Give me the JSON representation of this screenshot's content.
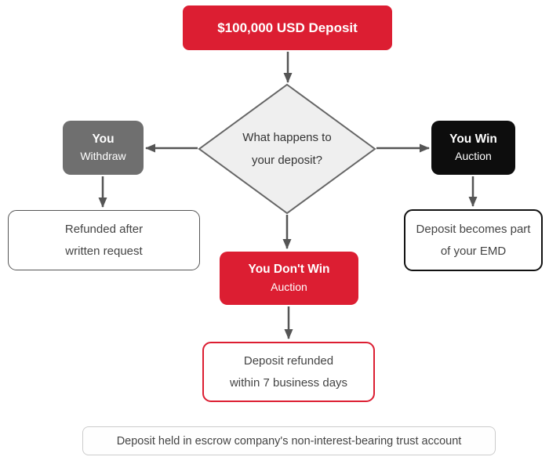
{
  "colors": {
    "red": "#dc1e32",
    "gray": "#6f6f6f",
    "black": "#0d0d0d",
    "arrow": "#555555",
    "diamond_fill": "#efefef",
    "diamond_border": "#666666"
  },
  "top_box": {
    "label": "$100,000 USD Deposit"
  },
  "diamond": {
    "line1": "What happens to",
    "line2": "your deposit?"
  },
  "withdraw_box": {
    "title": "You",
    "subtitle": "Withdraw"
  },
  "withdraw_result": {
    "line1": "Refunded after",
    "line2": "written request"
  },
  "win_box": {
    "title": "You Win",
    "subtitle": "Auction"
  },
  "win_result": {
    "line1": "Deposit becomes part",
    "line2": "of your EMD"
  },
  "lose_box": {
    "title": "You Don't Win",
    "subtitle": "Auction"
  },
  "lose_result": {
    "line1": "Deposit refunded",
    "line2": "within 7 business days"
  },
  "footer": {
    "label": "Deposit held in escrow company's non-interest-bearing trust account"
  }
}
